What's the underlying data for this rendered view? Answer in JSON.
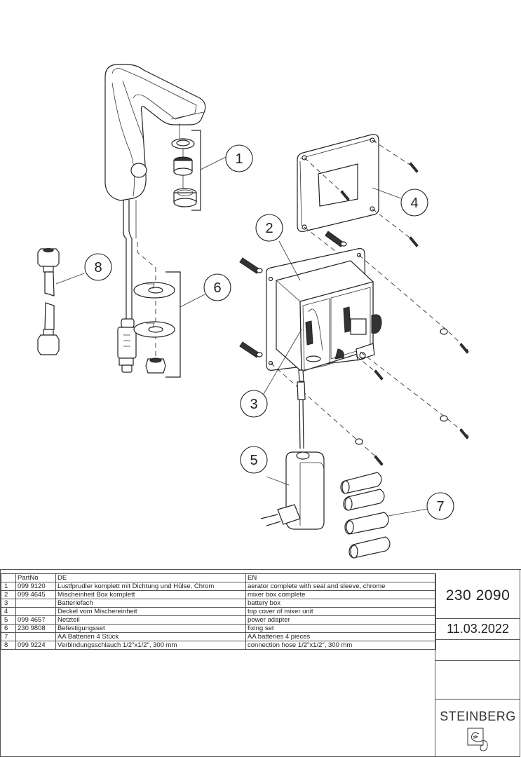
{
  "drawing": {
    "title": "Exploded view - touchless faucet with mixer box",
    "balloons": [
      {
        "number": "1",
        "part": "aerator"
      },
      {
        "number": "2",
        "part": "mixer-box"
      },
      {
        "number": "3",
        "part": "battery-box"
      },
      {
        "number": "4",
        "part": "top-cover"
      },
      {
        "number": "5",
        "part": "power-adapter"
      },
      {
        "number": "6",
        "part": "fixing-set"
      },
      {
        "number": "7",
        "part": "aa-batteries"
      },
      {
        "number": "8",
        "part": "connection-hose"
      }
    ]
  },
  "bom": {
    "headers": {
      "index": "",
      "partno": "PartNo",
      "de": "DE",
      "en": "EN"
    },
    "rows": [
      {
        "index": "1",
        "partno": "099 9120",
        "de": "Lustfprudler komplett mit Dichtung und Hülse, Chrom",
        "en": "aerator complete with seal and sleeve, chrome"
      },
      {
        "index": "2",
        "partno": "099 4645",
        "de": "Mischeinheit Box komplett",
        "en": "mixer box complete"
      },
      {
        "index": "3",
        "partno": "",
        "de": "Batteriefach",
        "en": "battery box"
      },
      {
        "index": "4",
        "partno": "",
        "de": "Deckel vom Mischereinheit",
        "en": "top cover of mixer unit"
      },
      {
        "index": "5",
        "partno": "099 4657",
        "de": "Netzteil",
        "en": "power adapter"
      },
      {
        "index": "6",
        "partno": "230 9808",
        "de": "Befestigungsset",
        "en": "fixing set"
      },
      {
        "index": "7",
        "partno": "",
        "de": "AA Batterien 4 Stück",
        "en": "AA batteries 4 pieces"
      },
      {
        "index": "8",
        "partno": "099 9224",
        "de": "Verbindungsschlauch 1/2\"x1/2\", 300 mm",
        "en": "connection hose 1/2\"x1/2\", 300 mm"
      }
    ]
  },
  "titleblock": {
    "article_number": "230 2090",
    "date": "11.03.2022",
    "brand": "STEINBERG",
    "logo_icon": "steinberg-logo-icon"
  }
}
